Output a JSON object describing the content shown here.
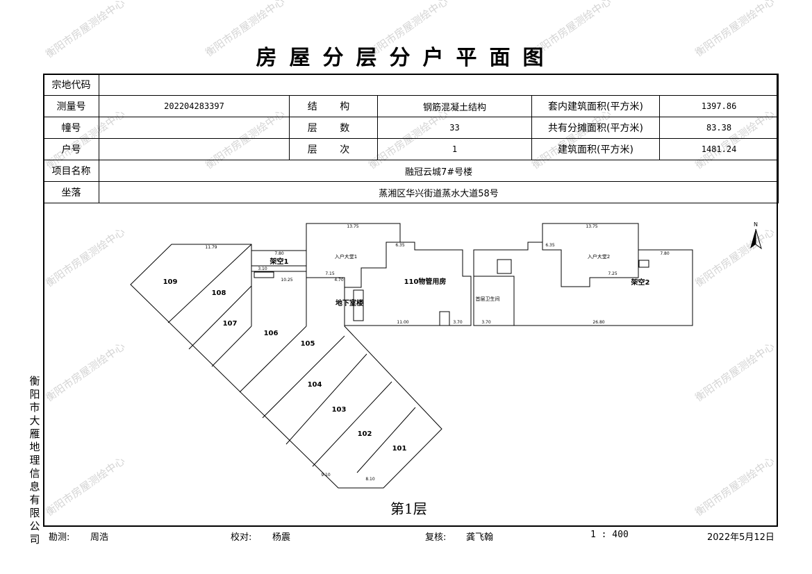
{
  "title": "房屋分层分户平面图",
  "watermark": "衡阳市房屋测绘中心",
  "info": {
    "parcel_code_label": "宗地代码",
    "parcel_code_value": "",
    "survey_no_label": "测量号",
    "survey_no_value": "202204283397",
    "structure_label": "结 构",
    "structure_value": "钢筋混凝土结构",
    "inner_area_label": "套内建筑面积(平方米)",
    "inner_area_value": "1397.86",
    "building_no_label": "幢号",
    "building_no_value": "",
    "floors_label": "层 数",
    "floors_value": "33",
    "shared_area_label": "共有分摊面积(平方米)",
    "shared_area_value": "83.38",
    "unit_no_label": "户号",
    "unit_no_value": "",
    "floor_label": "层 次",
    "floor_value": "1",
    "gross_area_label": "建筑面积(平方米)",
    "gross_area_value": "1481.24",
    "project_label": "项目名称",
    "project_value": "融冠云城7#号楼",
    "location_label": "坐落",
    "location_value": "蒸湘区华兴街道蒸水大道58号"
  },
  "plan": {
    "rooms": [
      "109",
      "108",
      "107",
      "106",
      "105",
      "104",
      "103",
      "102",
      "101"
    ],
    "labels": {
      "lobby1": "入户大堂1",
      "lobby2": "入户大堂2",
      "void1": "架空1",
      "void2": "架空2",
      "property": "110物管用房",
      "basement": "地下室楼",
      "toilet": "首层卫生间"
    },
    "dims": [
      "11.79",
      "13.75",
      "13.75",
      "7.80",
      "7.80",
      "10.25",
      "4.70",
      "7.15",
      "7.25",
      "6.35",
      "6.35",
      "3.10",
      "11.00",
      "26.80",
      "3.70",
      "3.70",
      "8.10",
      "9.10"
    ],
    "north": "N",
    "floor_caption": "第1层"
  },
  "side_text": "衡阳市大雁地理信息有限公司",
  "footer": {
    "surveyor_label": "勘测:",
    "surveyor": "周浩",
    "checker_label": "校对:",
    "checker": "杨震",
    "reviewer_label": "复核:",
    "reviewer": "龚飞翰",
    "scale": "1 : 400",
    "date": "2022年5月12日"
  }
}
